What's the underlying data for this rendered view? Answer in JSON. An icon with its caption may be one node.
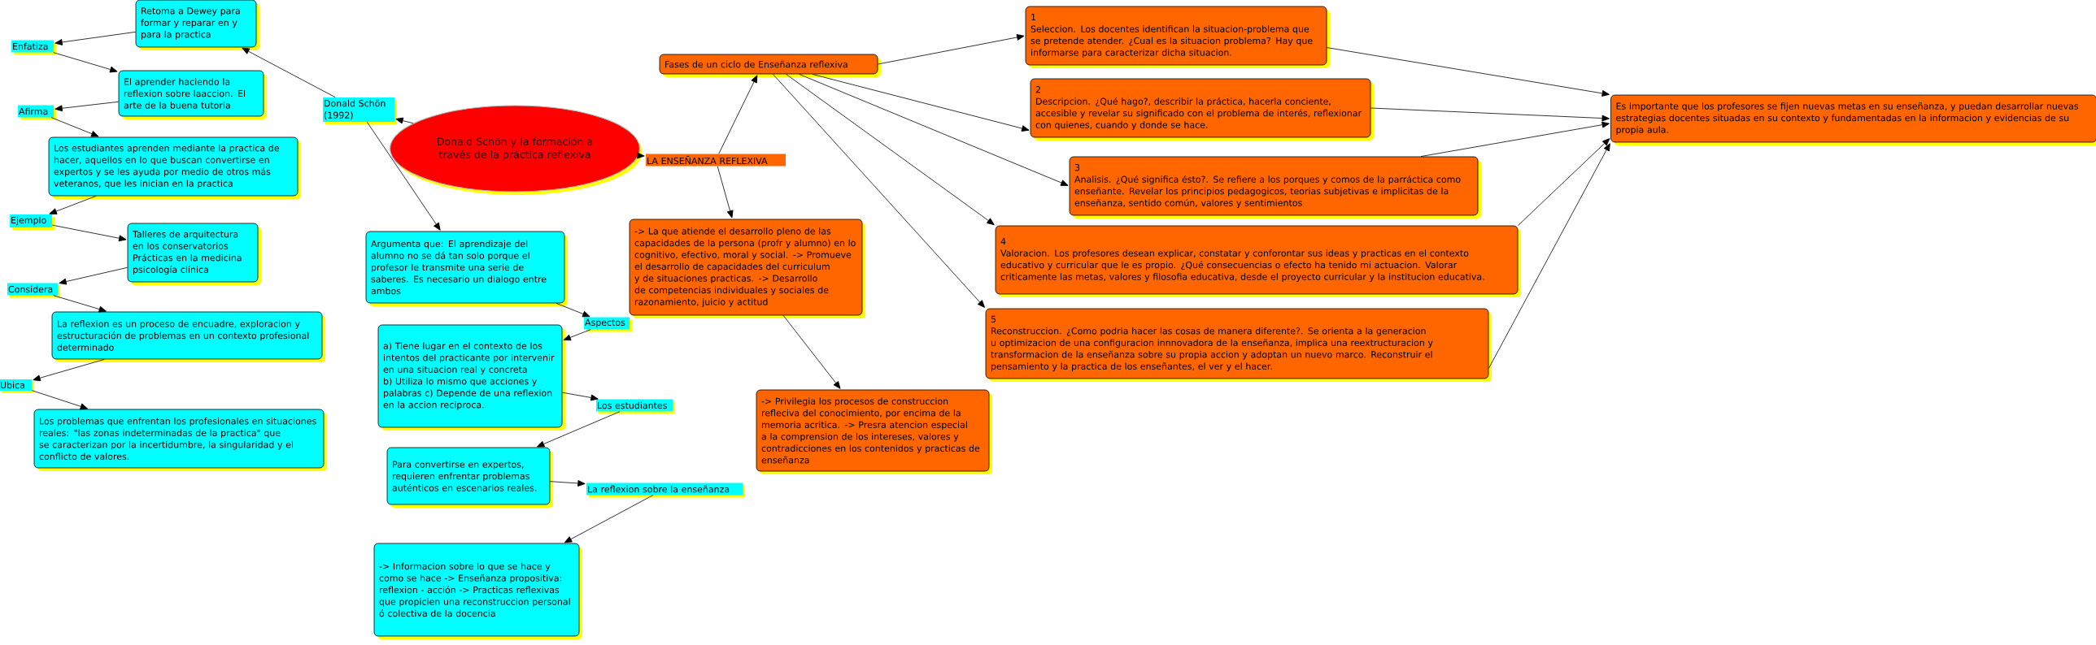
{
  "diagram": {
    "nodes": [
      {
        "text": [
          "Donald Schön y la formación a través de la práctica reflexiva"
        ]
      },
      {
        "text": [
          "Donald Schön (1992)"
        ]
      },
      {
        "text": [
          "Retoma a Dewey para formar y reparar en y para la practica"
        ]
      },
      {
        "text": [
          "Enfatiza"
        ]
      },
      {
        "text": [
          "El aprender haciendo la reflexion sobre laaccion. El arte de la buena tutoria"
        ]
      },
      {
        "text": [
          "Afirma"
        ]
      },
      {
        "text": [
          "Los estudiantes aprenden mediante la practica de hacer, aquellos en lo que buscan convertirse en expertos y se les ayuda por medio de otros más veteranos, que les inician en la practica"
        ]
      },
      {
        "text": [
          "Ejemplo"
        ]
      },
      {
        "text": [
          "Talleres de arquitectura en los conservatorios Prácticas en la medicina psicología clínica"
        ]
      },
      {
        "text": [
          "Considera"
        ]
      },
      {
        "text": [
          "La reflexion es un proceso de encuadre, exploracion y estructuración de problemas en un contexto profesional determinado"
        ]
      },
      {
        "text": [
          "Ubica"
        ]
      },
      {
        "text": [
          "Los problemas que enfrentan los profesionales en situaciones reales: \"las zonas indeterminadas de la practica\" que se caracterizan por la incertidumbre, la singularidad y el conflicto de valores."
        ]
      },
      {
        "text": [
          "Argumenta que: El aprendizaje del alumno no se dá tan solo porque el profesor le transmite una serie de saberes. Es necesario un dialogo entre ambos"
        ]
      },
      {
        "text": [
          "Aspectos"
        ]
      },
      {
        "text": [
          "a) Tiene lugar en el contexto de los intentos del practicante por intervenir en una situacion real y concreta b) Utiliza lo mismo que acciones y palabras c) Depende de una reflexion en la accion reciproca."
        ]
      },
      {
        "text": [
          "Los estudiantes"
        ]
      },
      {
        "text": [
          "Para convertirse en expertos, requieren enfrentar problemas auténticos en escenarios reales."
        ]
      },
      {
        "text": [
          "La reflexion sobre la enseñanza"
        ]
      },
      {
        "text": [
          "-> Informacion sobre lo que se hace y como se hace -> Enseñanza propositiva: reflexion - acción -> Practicas reflexivas que propicien una reconstruccion personal ó colectiva de la docencia"
        ]
      },
      {
        "text": [
          "LA ENSEÑANZA REFLEXIVA"
        ]
      },
      {
        "text": [
          "Fases de un ciclo de Enseñanza reflexiva"
        ]
      },
      {
        "text": [
          "-> La que atiende el desarrollo pleno de las capacidades de la persona (profr y alumno) en lo cognitivo, efectivo, moral y social. -> Promueve el desarrollo de capacidades del curriculum y de situaciones practicas. -> Desarrollo de competencias individuales y sociales de razonamiento, juicio y actitud"
        ]
      },
      {
        "text": [
          "-> Privilegia los procesos de construccion refleciva del conocimiento, por encima de la memoria acritica. -> Presra atencion especial a la comprension de los intereses, valores y contradicciones en los contenidos y practicas de enseñanza"
        ]
      },
      {
        "text": [
          "1",
          "Seleccion. Los docentes identifican la situacion-problema que se pretende atender. ¿Cual es la situacion problema? Hay que informarse para caracterizar dicha situacion."
        ]
      },
      {
        "text": [
          "2",
          "Descripcion. ¿Qué hago?, describir la práctica, hacerla conciente, accesible y revelar su significado con el problema de interés, reflexionar con quienes, cuando y donde se hace."
        ]
      },
      {
        "text": [
          "3",
          "Analisis. ¿Qué significa ésto?. Se refiere a los porques y comos de la parráctica como enseñante. Revelar los principios pedagogicos, teorias subjetivas e implicitas de la enseñanza, sentido común, valores y sentimientos"
        ]
      },
      {
        "text": [
          "4",
          "Valoracion. Los profesores desean explicar, constatar y conforontar sus ideas y practicas en el contexto educativo y curricular que le es propio. ¿Qué consecuencias o efecto ha tenido mi actuacion. Valorar criticamente las metas, valores y filosofia educativa, desde el proyecto curricular y la institucion educativa."
        ]
      },
      {
        "text": [
          "5",
          "Reconstruccion. ¿Como podria hacer las cosas de manera diferente?. Se orienta a la generacion u optimizacion de una configuracion innnovadora de la enseñanza, implica una reextructuracion y transformacion de la enseñanza sobre su propia accion y adoptan un nuevo marco. Reconstruir el pensamiento y la practica de los enseñantes, el ver y el hacer."
        ]
      },
      {
        "text": [
          "Es importante que los profesores se fijen nuevas metas en su enseñanza, y puedan desarrollar nuevas estrategias docentes situadas en su contexto y fundamentadas en la informacion y evidencias de su propia aula."
        ]
      }
    ],
    "edges": [
      {
        "from": 0,
        "to": 1,
        "arrow": "to"
      },
      {
        "from": 1,
        "to": 2,
        "arrow": "to"
      },
      {
        "from": 2,
        "to": 3,
        "arrow": "to"
      },
      {
        "from": 3,
        "to": 4,
        "arrow": "to"
      },
      {
        "from": 4,
        "to": 5,
        "arrow": "to"
      },
      {
        "from": 5,
        "to": 6,
        "arrow": "to"
      },
      {
        "from": 6,
        "to": 7,
        "arrow": "to"
      },
      {
        "from": 7,
        "to": 8,
        "arrow": "to"
      },
      {
        "from": 8,
        "to": 9,
        "arrow": "to"
      },
      {
        "from": 9,
        "to": 10,
        "arrow": "to"
      },
      {
        "from": 10,
        "to": 11,
        "arrow": "to"
      },
      {
        "from": 11,
        "to": 12,
        "arrow": "to"
      },
      {
        "from": 1,
        "to": 13,
        "arrow": "to"
      },
      {
        "from": 13,
        "to": 14,
        "arrow": "to"
      },
      {
        "from": 14,
        "to": 15,
        "arrow": "to"
      },
      {
        "from": 15,
        "to": 16,
        "arrow": "to"
      },
      {
        "from": 16,
        "to": 17,
        "arrow": "to"
      },
      {
        "from": 17,
        "to": 18,
        "arrow": "to"
      },
      {
        "from": 18,
        "to": 19,
        "arrow": "to"
      },
      {
        "from": 0,
        "to": 20,
        "arrow": "to"
      },
      {
        "from": 20,
        "to": 21,
        "arrow": "to"
      },
      {
        "from": 20,
        "to": 22,
        "arrow": "to"
      },
      {
        "from": 22,
        "to": 23,
        "arrow": "to"
      },
      {
        "from": 21,
        "to": 24,
        "arrow": "to"
      },
      {
        "from": 21,
        "to": 25,
        "arrow": "to"
      },
      {
        "from": 21,
        "to": 26,
        "arrow": "to"
      },
      {
        "from": 21,
        "to": 27,
        "arrow": "to"
      },
      {
        "from": 21,
        "to": 28,
        "arrow": "to"
      },
      {
        "from": 24,
        "to": 29,
        "arrow": "to"
      },
      {
        "from": 25,
        "to": 29,
        "arrow": "to"
      },
      {
        "from": 26,
        "to": 29,
        "arrow": "to"
      },
      {
        "from": 27,
        "to": 29,
        "arrow": "to"
      },
      {
        "from": 28,
        "to": 29,
        "arrow": "to"
      }
    ]
  }
}
